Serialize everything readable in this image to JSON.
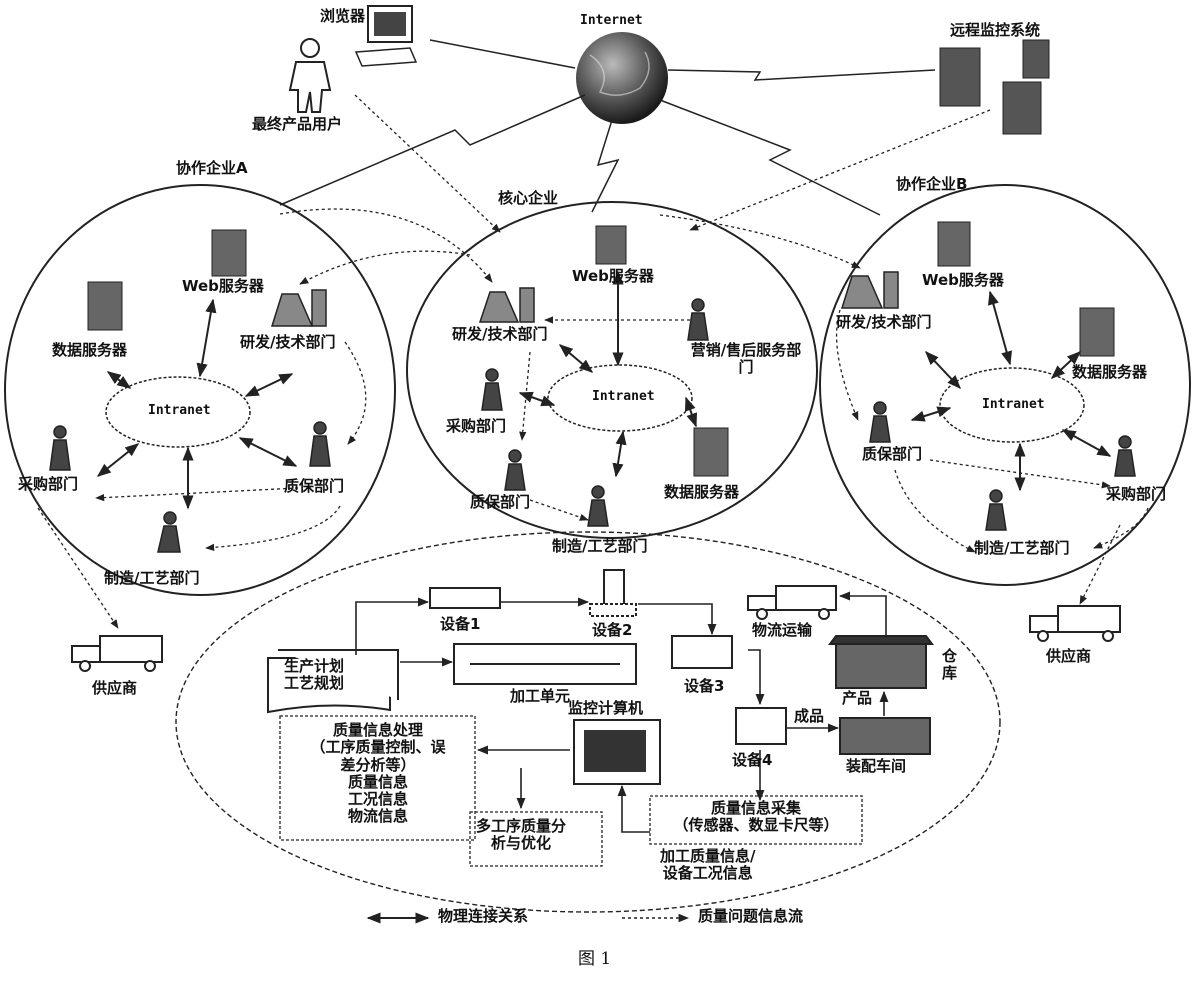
{
  "internet": "Internet",
  "browser": "浏览器",
  "end_user": "最终产品用户",
  "remote": "远程监控系统",
  "partner_a": {
    "title": "协作企业A",
    "web_server": "Web服务器",
    "data_server": "数据服务器",
    "rd": "研发/技术部门",
    "intranet": "Intranet",
    "purchasing": "采购部门",
    "qa": "质保部门",
    "manufacturing": "制造/工艺部门"
  },
  "core": {
    "title": "核心企业",
    "web_server": "Web服务器",
    "rd": "研发/技术部门",
    "sales": "营销/售后服务部门",
    "purchasing": "采购部门",
    "intranet": "Intranet",
    "qa": "质保部门",
    "data_server": "数据服务器",
    "manufacturing": "制造/工艺部门"
  },
  "partner_b": {
    "title": "协作企业B",
    "web_server": "Web服务器",
    "rd": "研发/技术部门",
    "data_server": "数据服务器",
    "intranet": "Intranet",
    "qa": "质保部门",
    "purchasing": "采购部门",
    "manufacturing": "制造/工艺部门"
  },
  "supplier_left": "供应商",
  "supplier_right": "供应商",
  "shop": {
    "device1": "设备1",
    "device2": "设备2",
    "device3": "设备3",
    "device4": "设备4",
    "plan": "生产计划\n工艺规划",
    "cell": "加工单元",
    "logistics": "物流运输",
    "warehouse": "仓\n库",
    "product": "产品",
    "finished": "成品",
    "assembly": "装配车间",
    "monitor_pc": "监控计算机",
    "quality_processing": "质量信息处理\n（工序质量控制、误\n差分析等）\n质量信息\n工况信息\n物流信息",
    "multi_process": "多工序质量分\n析与优化",
    "quality_collect": "质量信息采集\n（传感器、数显卡尺等）",
    "machining_info": "加工质量信息/\n设备工况信息"
  },
  "legend": {
    "physical": "物理连接关系",
    "info_flow": "质量问题信息流"
  },
  "caption": "图 1"
}
